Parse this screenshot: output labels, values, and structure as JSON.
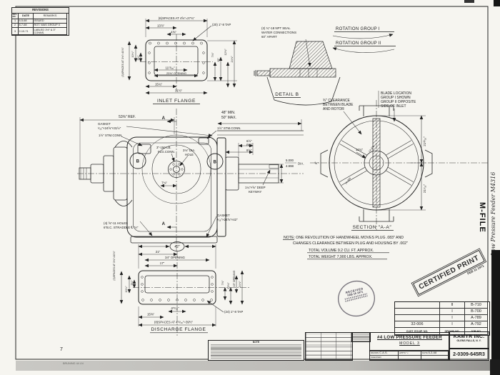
{
  "revisions": {
    "title": "REVISIONS",
    "headers": [
      "REV. NO.",
      "DATE",
      "REMARKS"
    ],
    "rows": [
      {
        "no": "1",
        "date": "6-5-68",
        "remarks": "ISSUED"
      },
      {
        "no": "2",
        "date": "8-7-68",
        "remarks": "ROT. WAS GROUP II"
      },
      {
        "no": "3",
        "date": "2-10-71",
        "remarks": "LABLED 1½″ & 3″ CONNS."
      }
    ]
  },
  "inlet": {
    "spaces_top": "(6)SPACES AT 4⅝″=27¾″",
    "d13": "13⅞″",
    "d4": "4⅝″",
    "tap": "(20) 1″-8 TAP",
    "spaces_left": "(3)SPACES AT 3⅝″=10⅞″",
    "d10": "10¾″",
    "d5": "5¾″",
    "d11": "11¹³⁄₁₆″",
    "opening": "23⅜″ OPENING",
    "d15": "15¾″",
    "d31": "31½″",
    "d7": "7⅞″",
    "d15b": "15″",
    "d12": "12⅜″",
    "d24": "24⅝″",
    "label": "INLET FLANGE"
  },
  "detail_b": {
    "c1": "(2) ¾″-18 NPT SEAL",
    "c2": "WATER CONNECTIONS",
    "c3": "60° APART",
    "label": "DETAIL B"
  },
  "rotation": {
    "g1": "ROTATION GROUP I",
    "g2": "ROTATION GROUP II"
  },
  "clearance": {
    "l1": "¾″ CLEARANCE",
    "l2": "BETWEEN BLADE",
    "l3": "AND ROTOR"
  },
  "blade": {
    "l1": "BLADE LOCATION",
    "l2": "GROUP I SHOWN",
    "l3": "GROUP II OPPOSITE",
    "l4": "SIDE OF INLET"
  },
  "section": {
    "label": "SECTION ″A-A″",
    "top": "21¹³⁄₁₆″",
    "bottom": "21⁷⁄₁₆″",
    "inner": "12¾″",
    "left": "⅝″",
    "bore1": "14.375",
    "bore2": "14.365"
  },
  "main": {
    "ref": "53⅜″ REF.",
    "gasket1": "GASKET",
    "gasket2": "¹⁄₁₆″×24⅝″×31½″",
    "stm_left": "1½″ STM.CONN.",
    "a": "A",
    "b": "B",
    "minmax1": "48″ MIN.",
    "minmax2": "50″ MAX.",
    "stm_right": "1½″ STM.CONN.",
    "flg1": "3″-150 LB.",
    "flg2": "FLG.CONN.",
    "hole1": "3⅛″ DIA.",
    "hole2": "HOLE",
    "d7": "7⅛″",
    "ref65a": "6½″",
    "ref65b": "REF.",
    "d85": "8½″",
    "dia1": "5.000",
    "dia2": "4.998",
    "dia3": "DIA.",
    "key1": "1¼″×⅝″ DEEP",
    "key2": "KEYWAY",
    "holes1": "(4) ⅝″-11 HOLES",
    "holes2": "6″B.C. STRADDLE ℄ ″A″",
    "gasketb1": "GASKET",
    "gasketb2": "¹⁄₁₆″×24⅝″×42″"
  },
  "notes": {
    "l1": "NOTE: ONE REVOLUTION OF HANDWHEEL MOVES PLUG .083″ AND",
    "l2": "CHANGES CLEARANCE BETWEEN PLUG AND HOUSING BY .002″",
    "volume": "TOTAL VOLUME 9.2 CU. FT. APPROX.",
    "weight": "TOTAL WEIGHT 7,900 LBS. APPROX."
  },
  "discharge": {
    "d42": "42″",
    "d21": "21″",
    "opening34": "34″ OPENING",
    "d17": "17″",
    "spaces_left": "(3)SPACES AT 3⅝″=10⅞″",
    "d10": "10¾″",
    "d5": "5¾″",
    "d7": "7⅞″",
    "d12": "12⅜″",
    "opening15": "15″ OPENING",
    "d24": "24⅝″",
    "d4": "4¹⁵⁄₁₆″",
    "d15": "15⅝″",
    "spaces_bottom": "(8)SPACES AT 4¹⁵⁄₁₆″=39½″",
    "tap": "(24) 1″-8 TAP",
    "label": "DISCHARGE FLANGE"
  },
  "title_block": {
    "job": {
      "h1": "CUST. EQUIP. NO.",
      "h2": "GROUP, NO.",
      "h3": "JOB NO.",
      "rows": [
        [
          "",
          "II",
          "B-710"
        ],
        [
          "",
          "I",
          "B-700"
        ],
        [
          "",
          "I",
          "A-789"
        ],
        [
          "32-006",
          "I",
          "A-792"
        ]
      ]
    },
    "title1": "#4 LOW PRESSURE FEEDER",
    "title2": "MODEL 3",
    "company": "KAMYR INC.",
    "location": "GLENS FALLS, N. Y.",
    "number": "2-0309-645R3",
    "drawn_label": "DRAWN",
    "drawn": "C.A.S.",
    "appd_label": "APP'D",
    "date_label": "DATE",
    "date": "6-3-68",
    "checked_label": "CHECKED",
    "note_header": "NOTE"
  },
  "stamps": {
    "certified": "CERTIFIED PRINT",
    "certified_date": "FEB 11 1971",
    "received": "RECEIVED",
    "received_date": "FEB 16 1971"
  },
  "edge": {
    "m_file": "M-FILE",
    "handwriting": "Low Pressure Feeder M4316",
    "sheet_no": "7",
    "print_label": "BRUNING 44 LN"
  }
}
